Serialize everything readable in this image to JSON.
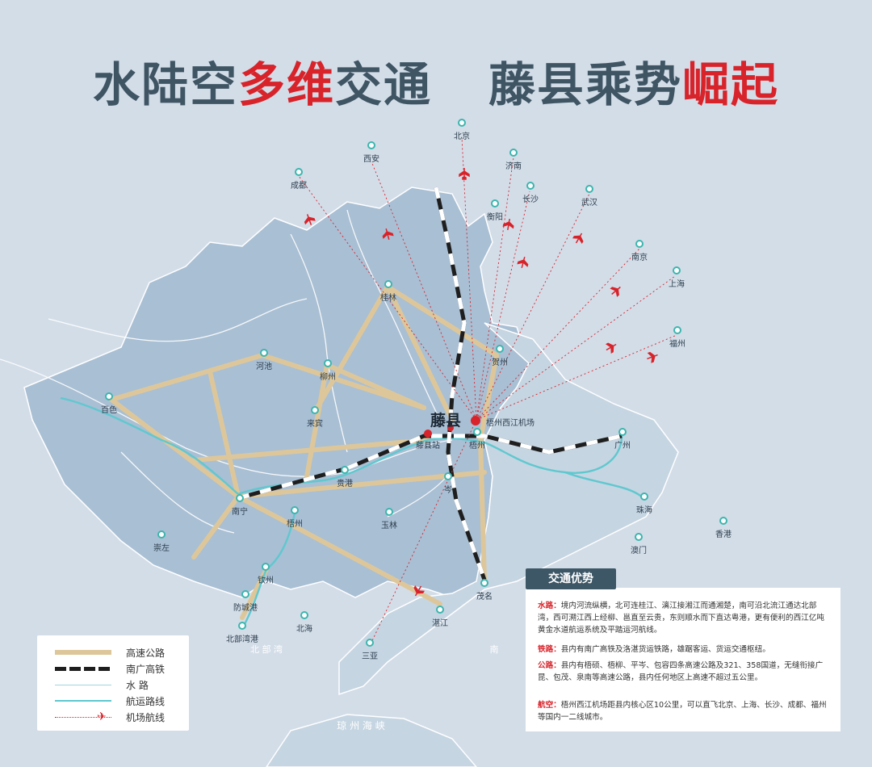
{
  "title": {
    "part1": "水陆空",
    "part2": "多维",
    "part3": "交通",
    "part4": "藤县乘势",
    "part5": "崛起"
  },
  "cities": {
    "beijing": "北京",
    "xian": "西安",
    "chengdu": "成都",
    "jinan": "济南",
    "changsha": "长沙",
    "hengyang": "衡阳",
    "wuhan": "武汉",
    "nanjing": "南京",
    "shanghai": "上海",
    "fuzhou": "福州",
    "guilin": "桂林",
    "hechi": "河池",
    "liuzhou": "柳州",
    "hezhou": "贺州",
    "baise": "百色",
    "laibin": "来宾",
    "tengxian": "藤县",
    "tengxian_station": "藤县站",
    "wuzhou_airport": "梧州西江机场",
    "wuzhou": "梧州",
    "guangzhou": "广州",
    "nanning": "南宁",
    "guigang": "贵港",
    "cen": "岑",
    "zhuhai": "珠海",
    "hongkong": "香港",
    "macau": "澳门",
    "chongzuo": "崇左",
    "yulin": "玉林",
    "qinzhou": "钦州",
    "fangchenggang": "防城港",
    "maoming": "茂名",
    "zhanjiang": "湛江",
    "beihai": "北海",
    "beibuwan_port": "北部湾港",
    "sanya": "三亚"
  },
  "map_labels": {
    "beibu": "北  部  湾",
    "nan": "南",
    "qiongzhou": "琼  州  海  峡"
  },
  "legend": {
    "highway": "高速公路",
    "rail": "南广高铁",
    "water": "水      路",
    "shipping": "航运路线",
    "air": "机场航线"
  },
  "panel": {
    "header": "交通优势",
    "water_key": "水路：",
    "water_text": "境内河流纵横，北可连桂江、漓江接湘江而通湘楚，南可沿北流江通达北部湾，西可溯江西上经柳、邕直至云贵，东则顺水而下直达粤港，更有便利的西江亿吨黄金水道航运系统及平踏运河航线。",
    "rail_key": "铁路：",
    "rail_text": "县内有南广高铁及洛湛货运铁路，雄踞客运、货运交通枢纽。",
    "road_key": "公路：",
    "road_text": "县内有梧硕、梧柳、平岑、包容四条高速公路及321、358国道，无缝衔接广昆、包茂、泉南等高速公路，县内任何地区上高速不超过五公里。",
    "air_key": "航空：",
    "air_text": "梧州西江机场距县内核心区10公里，可以直飞北京、上海、长沙、成都、福州等国内一二线城市。"
  },
  "colors": {
    "red": "#d8232a",
    "highway": "#ddc79a",
    "water": "#5fc8cf",
    "region": "#a9bfd4",
    "sea": "#d3dde8",
    "title": "#3f5564"
  }
}
